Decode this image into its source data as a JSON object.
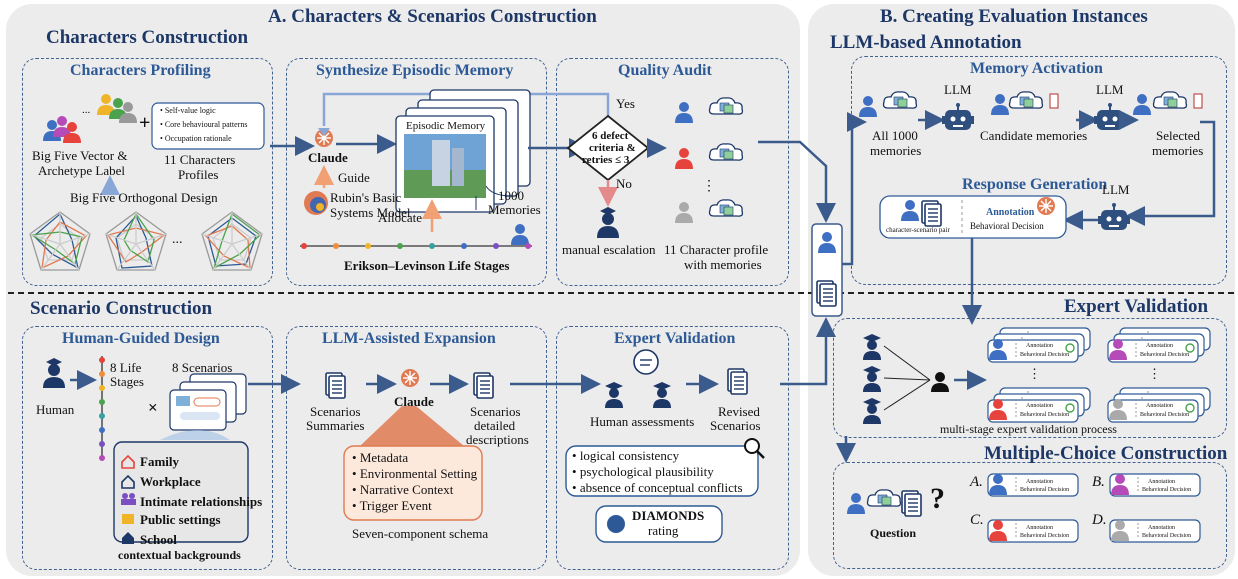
{
  "section_a": {
    "title": "A. Characters & Scenarios Construction",
    "characters_construction": "Characters Construction",
    "scenario_construction": "Scenario Construction"
  },
  "section_b": {
    "title": "B. Creating Evaluation Instances",
    "llm_annotation": "LLM-based Annotation"
  },
  "char_profiling": {
    "title": "Characters Profiling",
    "bullets": [
      "Self-value logic",
      "Core behavioural patterns",
      "Occupation rationale"
    ],
    "big_five_label": "Big Five Vector &",
    "archetype_label": "Archetype Label",
    "profiles_label_1": "11 Characters",
    "profiles_label_2": "Profiles",
    "orthogonal": "Big Five Orthogonal Design",
    "ellipsis": "...",
    "plus": "+"
  },
  "episodic": {
    "title": "Synthesize Episodic Memory",
    "claude": "Claude",
    "guide": "Guide",
    "rubin_1": "Rubin's Basic",
    "rubin_2": "Systems Model",
    "card_label": "Episodic Memory",
    "allocate": "Allocate",
    "memories_1": "1000",
    "memories_2": "Memories",
    "life_stages": "Erikson–Levinson Life Stages"
  },
  "audit": {
    "title": "Quality Audit",
    "yes": "Yes",
    "no": "No",
    "criteria_1": "6 defect",
    "criteria_2": "criteria &",
    "criteria_3": "retries ≤ 3",
    "escalation": "manual escalation",
    "profile_memories_1": "11 Character profile",
    "profile_memories_2": "with memories",
    "vdots": "⋮"
  },
  "memory_activation": {
    "title": "Memory Activation",
    "llm": "LLM",
    "all_1": "All 1000",
    "all_2": "memories",
    "candidate": "Candidate memories",
    "selected_1": "Selected",
    "selected_2": "memories"
  },
  "response_generation": {
    "title": "Response Generation",
    "llm": "LLM",
    "pair": "character-scenario pair",
    "annotation": "Annotation",
    "decision": "Behavioral Decision"
  },
  "expert_validation_b": {
    "title": "Expert Validation",
    "card_annotation": "Annotation",
    "card_decision": "Behavioral Decision",
    "process": "multi-stage expert validation process",
    "vdots": "⋮"
  },
  "multiple_choice": {
    "title": "Multiple-Choice Construction",
    "question": "Question",
    "qmark": "?",
    "options": [
      "A.",
      "B.",
      "C.",
      "D."
    ],
    "card_annotation": "Annotation",
    "card_decision": "Behavioral Decision"
  },
  "human_guided": {
    "title": "Human-Guided Design",
    "human": "Human",
    "life_1": "8 Life",
    "life_2": "Stages",
    "scenarios": "8 Scenarios",
    "times": "×",
    "contexts": [
      "Family",
      "Workplace",
      "Intimate relationships",
      "Public settings",
      "School"
    ],
    "caption": "contextual backgrounds"
  },
  "expansion": {
    "title": "LLM-Assisted Expansion",
    "summaries_1": "Scenarios",
    "summaries_2": "Summaries",
    "claude": "Claude",
    "detailed_1": "Scenarios",
    "detailed_2": "detailed",
    "detailed_3": "descriptions",
    "schema_items": [
      "Metadata",
      "Environmental Setting",
      "Narrative Context",
      "Trigger Event"
    ],
    "schema_caption": "Seven-component schema"
  },
  "expert_validation_a": {
    "title": "Expert Validation",
    "assessments": "Human assessments",
    "revised_1": "Revised",
    "revised_2": "Scenarios",
    "bullets": [
      "logical consistency",
      "psychological plausibility",
      "absence of conceptual conflicts"
    ],
    "diamonds_1": "DIAMONDS",
    "diamonds_2": "rating"
  },
  "colors": {
    "navy": "#1d3767",
    "accent_blue": "#2d5a96",
    "claude_orange": "#e07a52",
    "arrow": "#3a5b8c",
    "panel_bg": "#ececec"
  }
}
